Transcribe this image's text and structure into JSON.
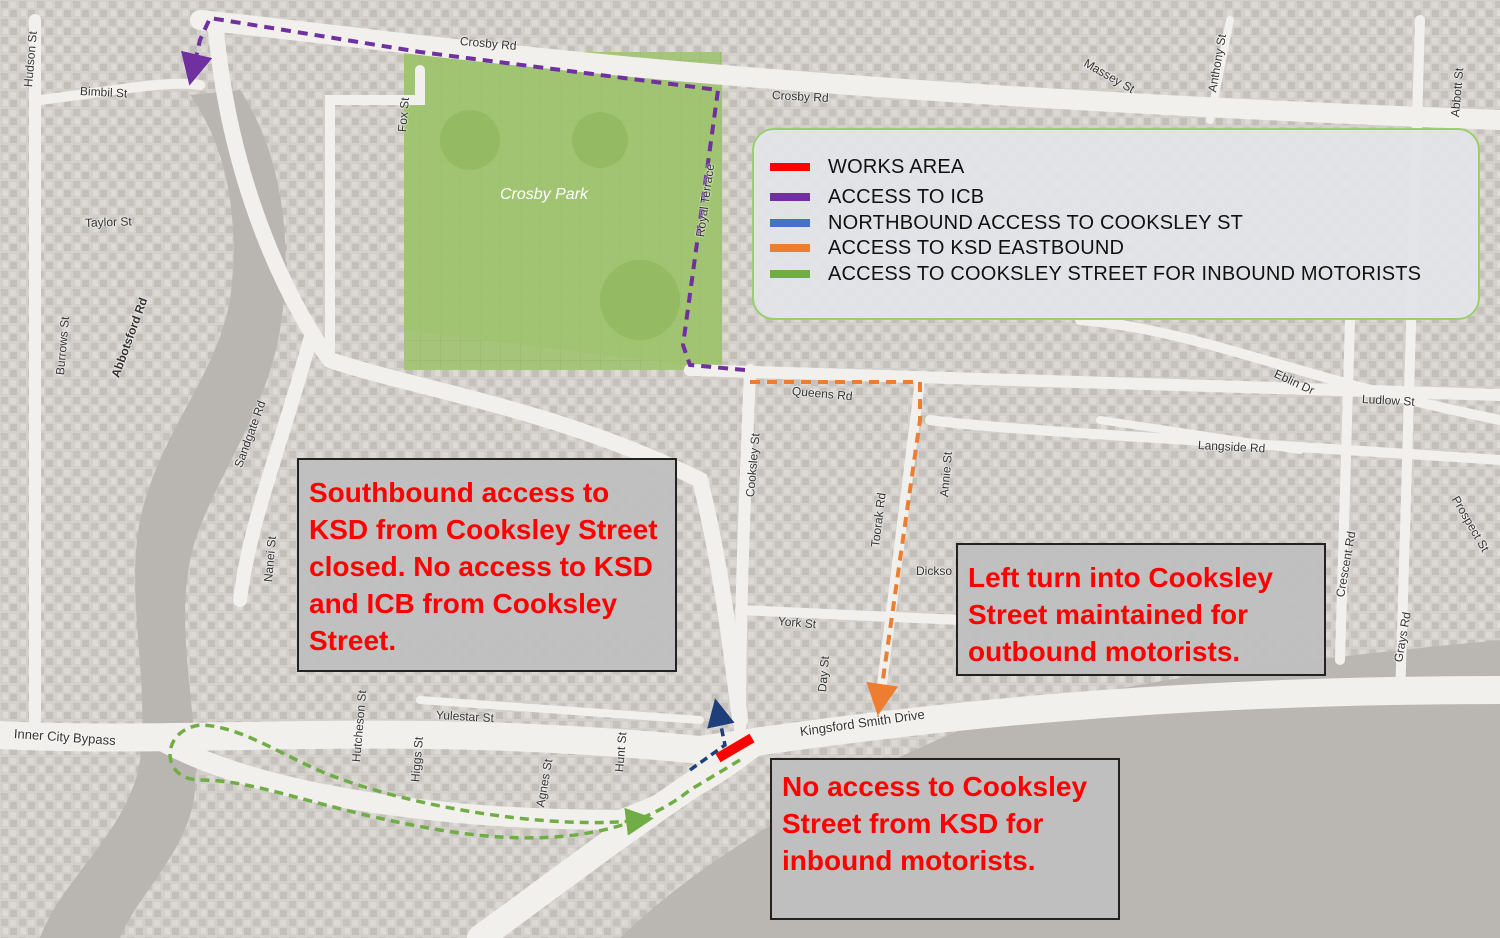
{
  "map": {
    "park_name": "Crosby Park",
    "colors": {
      "works": "#ff0000",
      "icb": "#7030a0",
      "cooksley_north": "#4472c4",
      "ksd_east": "#ed7d31",
      "cooksley_inbound": "#70ad47"
    },
    "street_labels": {
      "crosby_rd_1": "Crosby Rd",
      "crosby_rd_2": "Crosby Rd",
      "massey_st": "Massey St",
      "anthony_st": "Anthony St",
      "abbott_st": "Abbott St",
      "hudson_st": "Hudson St",
      "bimbil_st": "Bimbil St",
      "fox_st": "Fox St",
      "royal_terrace": "Royal Terrace",
      "taylor_st": "Taylor St",
      "abbotsford_rd": "Abbotsford Rd",
      "burrows_st": "Burrows St",
      "sandgate_rd": "Sandgate Rd",
      "nanei_st": "Nanei St",
      "queens_rd": "Queens Rd",
      "cooksley_st": "Cooksley St",
      "toorak_rd": "Toorak Rd",
      "annie_st": "Annie St",
      "eblin_dr": "Eblin Dr",
      "ludlow_st": "Ludlow St",
      "langside_rd": "Langside Rd",
      "prospect_st": "Prospect St",
      "crescent_rd": "Crescent Rd",
      "grays_rd": "Grays Rd",
      "york_st": "York St",
      "day_st": "Day St",
      "dickson_partial": "Dickso",
      "yulestar_st": "Yulestar St",
      "hutcheson_st": "Hutcheson St",
      "higgs_st": "Higgs St",
      "hunt_st": "Hunt St",
      "agnes_st": "Agnes St",
      "kingsford_smith_drive": "Kingsford Smith Drive",
      "inner_city_bypass": "Inner City Bypass"
    }
  },
  "legend": {
    "items": [
      {
        "label": "WORKS AREA",
        "color": "#ff0000"
      },
      {
        "label": "ACCESS TO ICB",
        "color": "#7030a0"
      },
      {
        "label": "NORTHBOUND ACCESS TO COOKSLEY ST",
        "color": "#4472c4"
      },
      {
        "label": "ACCESS TO KSD EASTBOUND",
        "color": "#ed7d31"
      },
      {
        "label": "ACCESS TO COOKSLEY STREET FOR INBOUND MOTORISTS",
        "color": "#70ad47"
      }
    ]
  },
  "notes": {
    "southbound": "Southbound access to KSD from Cooksley Street closed. No access to KSD and ICB from Cooksley Street.",
    "left_turn": "Left turn into Cooksley Street maintained for outbound motorists.",
    "no_access": "No access to Cooksley Street from KSD for inbound motorists."
  }
}
